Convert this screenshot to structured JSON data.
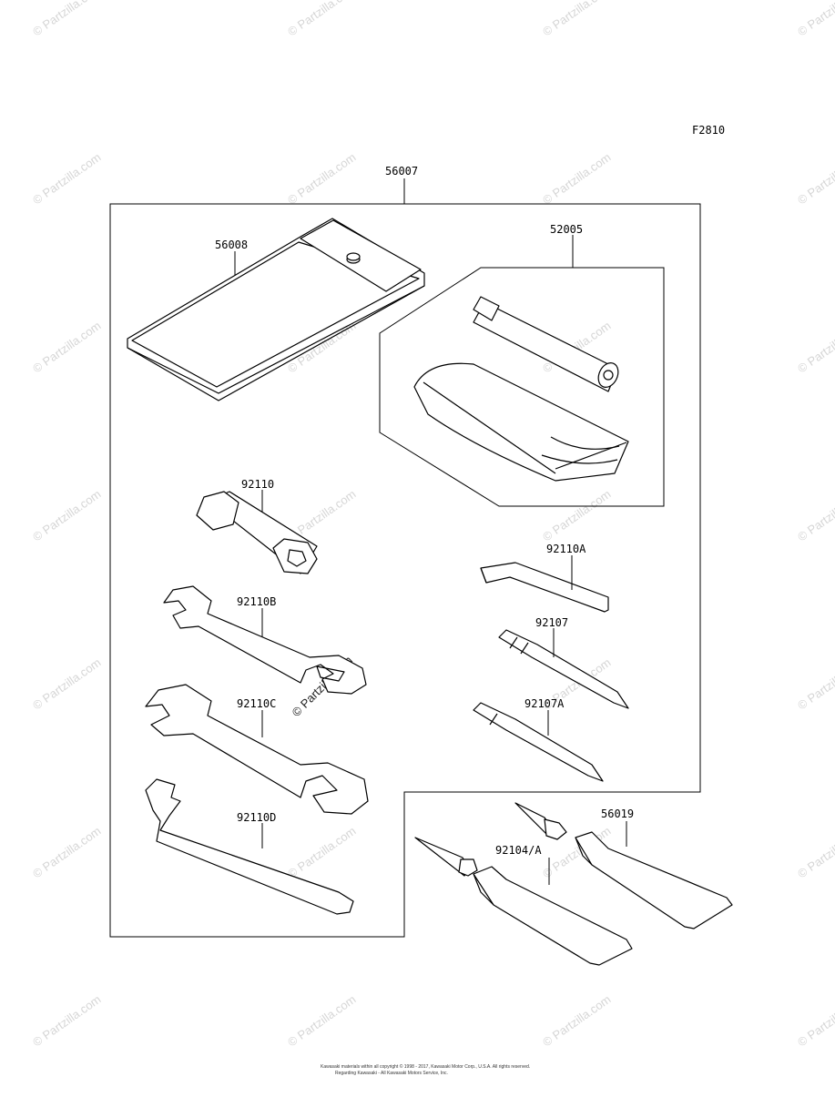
{
  "diagram": {
    "figure_code": "F2810",
    "watermark": "© Partzilla.com",
    "footer_lines": [
      "Kawasaki materials within all copyright © 1998 - 2017, Kawasaki Motor Corp., U.S.A. All rights reserved.",
      "Regarding Kawasaki - All Kawasaki Motors Service, Inc."
    ],
    "parts": [
      {
        "number": "56007"
      },
      {
        "number": "56008"
      },
      {
        "number": "52005"
      },
      {
        "number": "92110"
      },
      {
        "number": "92110A"
      },
      {
        "number": "92110B"
      },
      {
        "number": "92107"
      },
      {
        "number": "92110C"
      },
      {
        "number": "92107A"
      },
      {
        "number": "92110D"
      },
      {
        "number": "56019"
      },
      {
        "number": "92104/A"
      }
    ]
  }
}
